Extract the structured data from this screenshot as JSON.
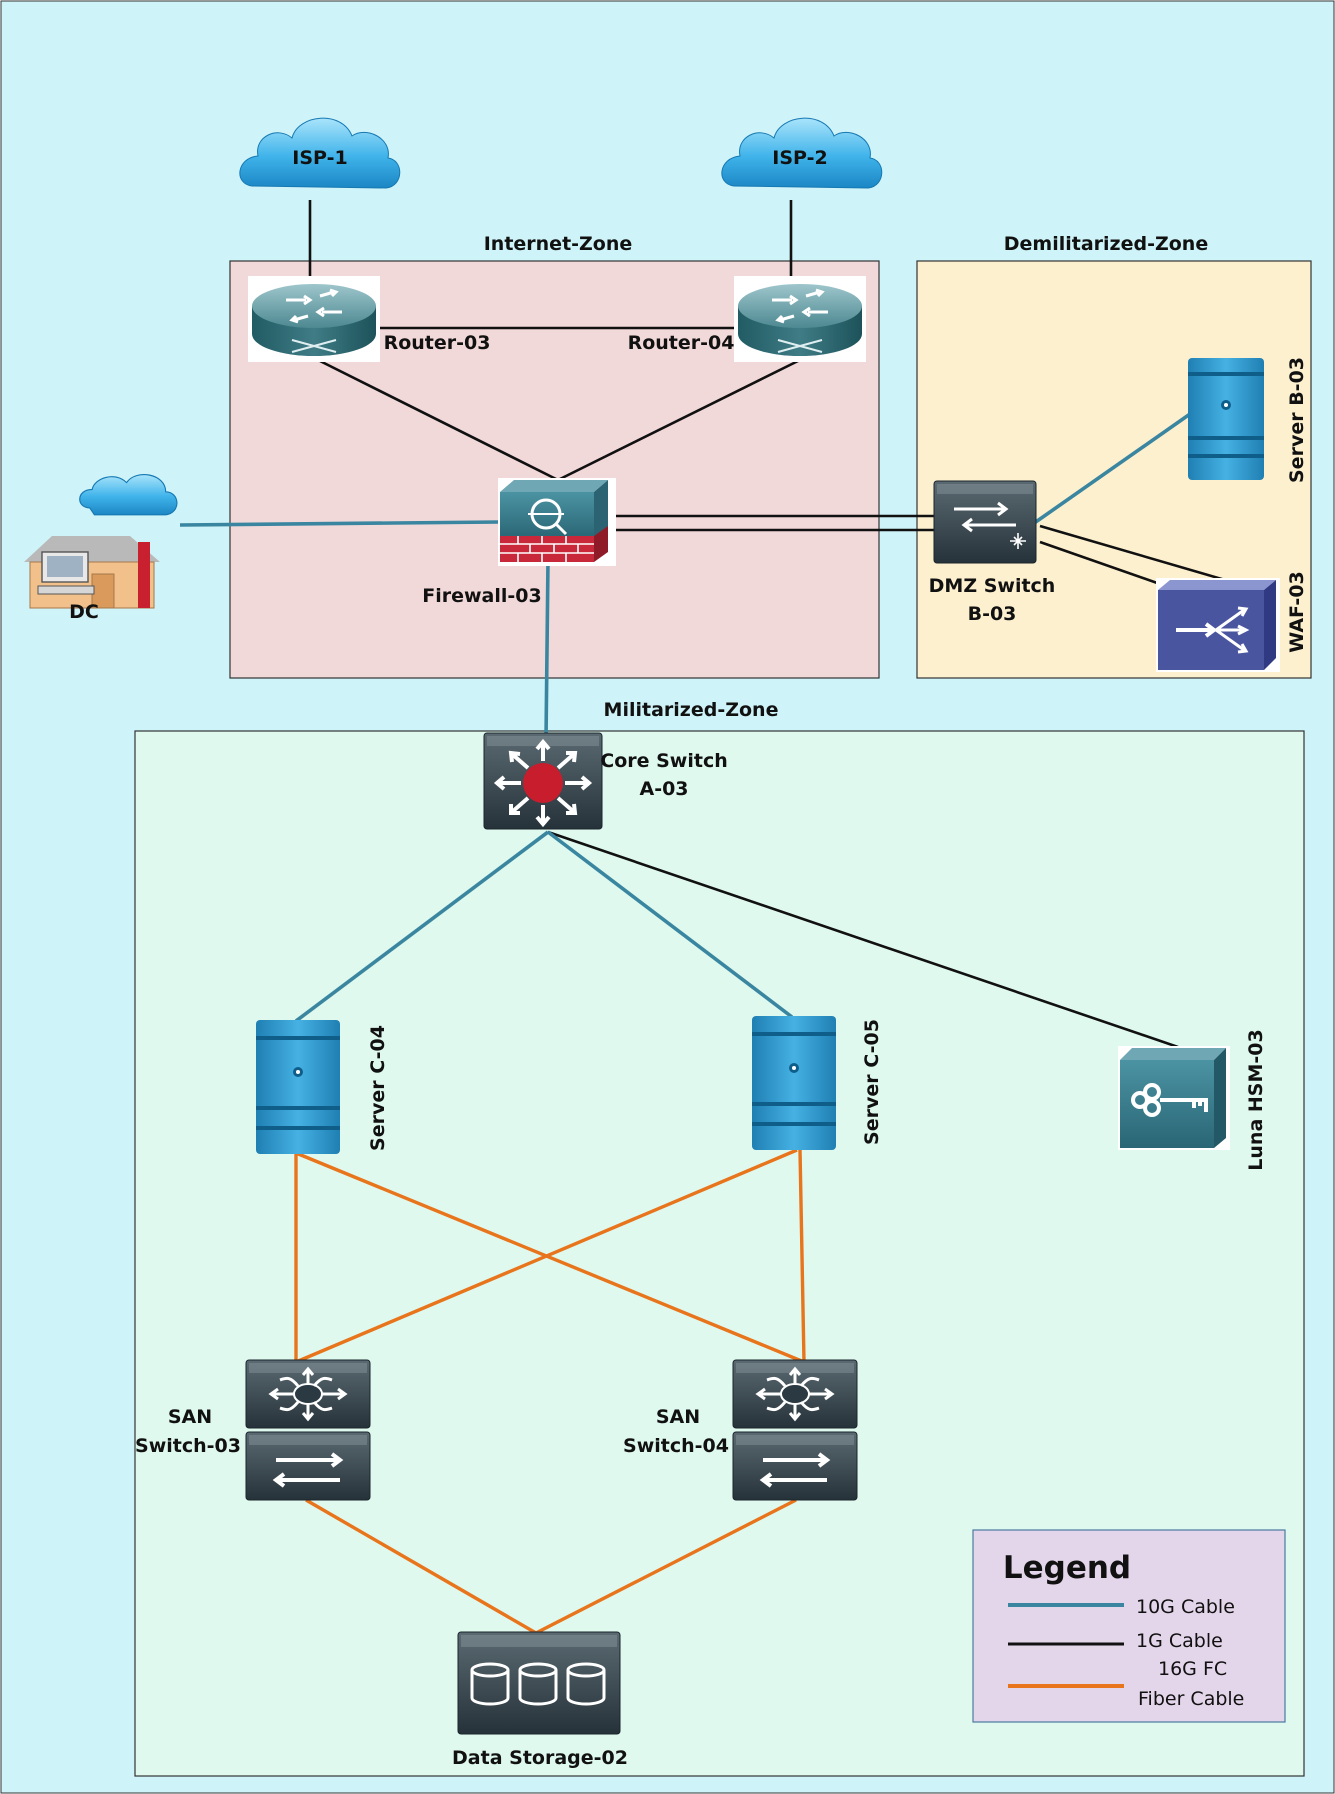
{
  "colors": {
    "background": "#cef3f8",
    "internet_zone": "#f2d9d9",
    "dmz_zone": "#fdf0cf",
    "militarized_zone": "#dff9ee",
    "legend_bg": "#e4d6ea",
    "cable_10g": "#3a86a0",
    "cable_1g": "#111111",
    "cable_16g_fc": "#e8741c"
  },
  "zones": {
    "internet": "Internet-Zone",
    "dmz": "Demilitarized-Zone",
    "militarized": "Militarized-Zone"
  },
  "nodes": {
    "isp1": {
      "label": "ISP-1",
      "icon": "cloud-icon"
    },
    "isp2": {
      "label": "ISP-2",
      "icon": "cloud-icon"
    },
    "router03": {
      "label": "Router-03",
      "icon": "router-icon"
    },
    "router04": {
      "label": "Router-04",
      "icon": "router-icon"
    },
    "firewall03": {
      "label": "Firewall-03",
      "icon": "firewall-icon"
    },
    "dc": {
      "label": "DC",
      "icon": "branch-office-icon"
    },
    "dmz_switch": {
      "line1": "DMZ Switch",
      "line2": "B-03",
      "icon": "switch-icon"
    },
    "server_b03": {
      "label": "Server B-03",
      "icon": "server-icon"
    },
    "waf03": {
      "label": "WAF-03",
      "icon": "waf-icon"
    },
    "core_switch": {
      "line1": "Core Switch",
      "line2": "A-03",
      "icon": "layer3-switch-icon"
    },
    "server_c04": {
      "label": "Server C-04",
      "icon": "server-icon"
    },
    "server_c05": {
      "label": "Server C-05",
      "icon": "server-icon"
    },
    "luna_hsm": {
      "label": "Luna HSM-03",
      "icon": "key-icon"
    },
    "san_switch03": {
      "line1": "SAN",
      "line2": "Switch-03",
      "icon": "san-switch-icon"
    },
    "san_switch04": {
      "line1": "SAN",
      "line2": "Switch-04",
      "icon": "san-switch-icon"
    },
    "data_storage": {
      "label": "Data Storage-02",
      "icon": "storage-icon"
    }
  },
  "legend": {
    "title": "Legend",
    "items": [
      {
        "text": "10G Cable",
        "color": "#3a86a0"
      },
      {
        "text": "1G Cable",
        "color": "#111111"
      },
      {
        "text_line1": "16G FC",
        "text_line2": "Fiber Cable",
        "color": "#e8741c"
      }
    ]
  }
}
